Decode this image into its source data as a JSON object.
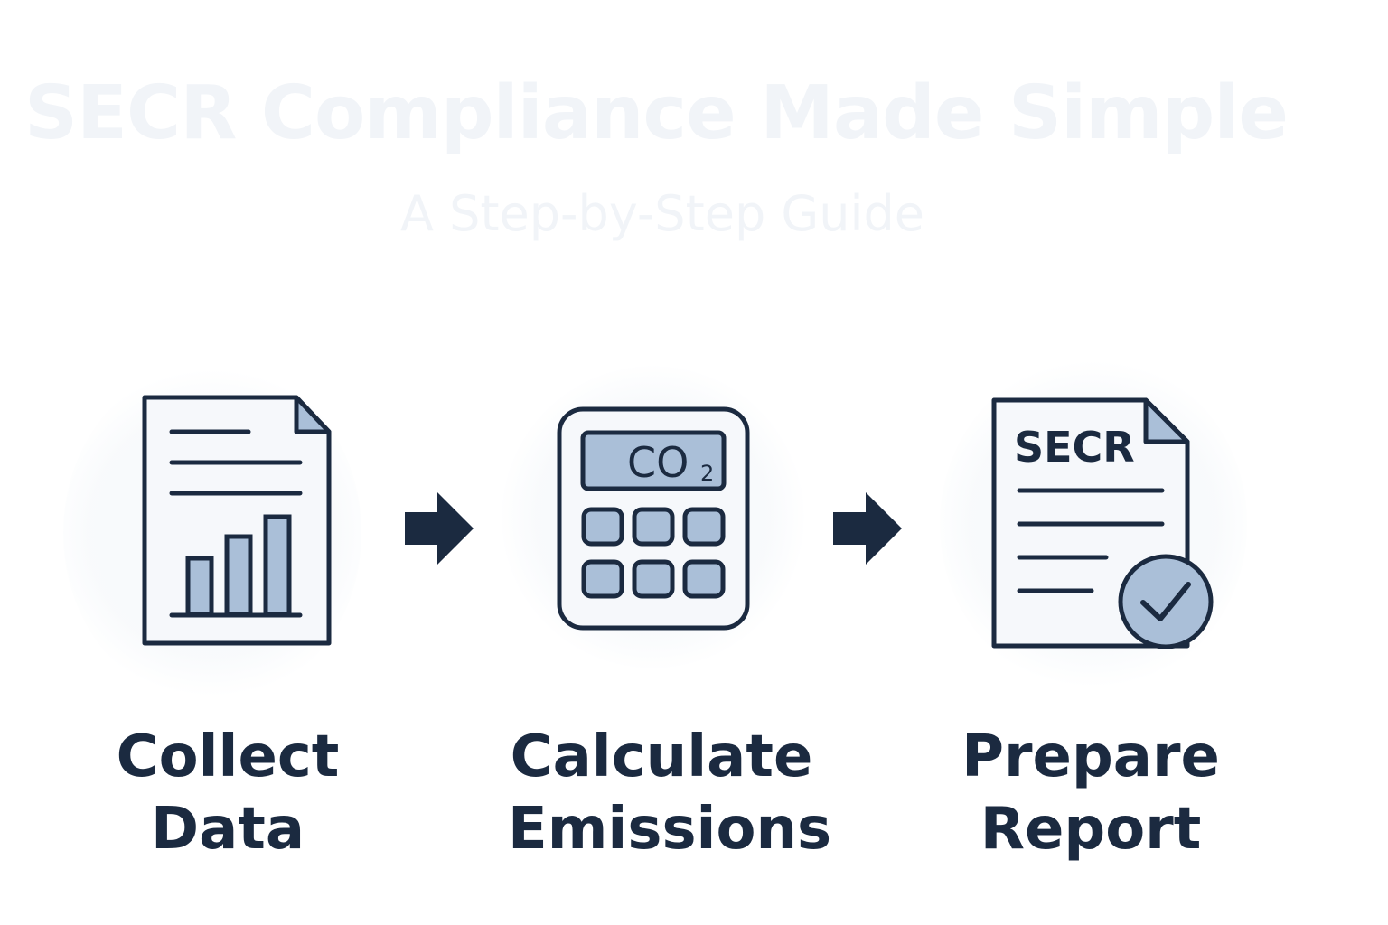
{
  "title": "SECR Compliance Made Simple",
  "subtitle": "A Step-by-Step Guide",
  "colors": {
    "navy": "#1b2a40",
    "fill_light": "#f6f8fb",
    "accent_blue": "#aabfd8",
    "title_ghost": "#f1f4f8"
  },
  "steps": [
    {
      "icon": "document-bar-chart-icon",
      "label_line1": "Collect",
      "label_line2": "Data"
    },
    {
      "icon": "calculator-co2-icon",
      "display_text": "CO",
      "display_subscript": "2",
      "label_line1": "Calculate",
      "label_line2": "Emissions"
    },
    {
      "icon": "report-checkmark-icon",
      "doc_heading": "SECR",
      "label_line1": "Prepare",
      "label_line2": "Report"
    }
  ],
  "connector_icon": "arrow-right-icon"
}
